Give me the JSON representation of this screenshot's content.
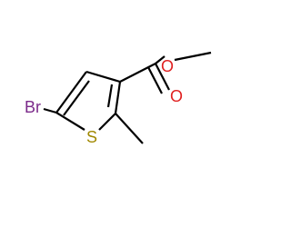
{
  "structure": {
    "atoms": {
      "bromine": "Br",
      "sulfur": "S",
      "carbonyl_oxygen": "O",
      "ester_oxygen": "O"
    },
    "colors": {
      "bond": "#000000",
      "bromine": "#7b2a8a",
      "sulfur": "#a08800",
      "oxygen": "#e02020"
    }
  }
}
